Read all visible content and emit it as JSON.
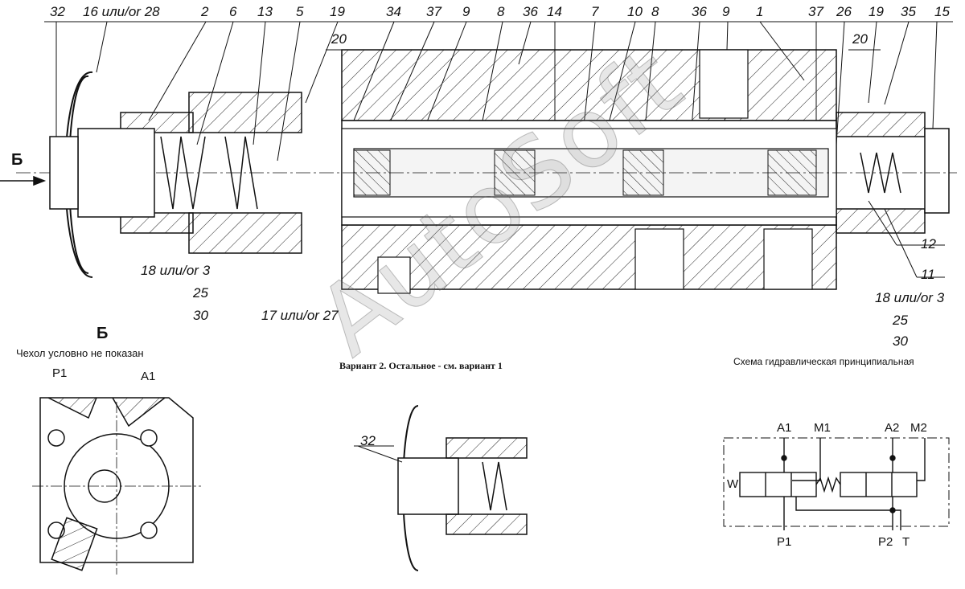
{
  "callouts_top": [
    "32",
    "16 или/or 28",
    "2",
    "6",
    "13",
    "5",
    "19",
    "34",
    "37",
    "9",
    "8",
    "36",
    "14",
    "7",
    "10",
    "8",
    "36",
    "9",
    "1",
    "37",
    "26",
    "19",
    "35",
    "15"
  ],
  "callouts_top_second": [
    "20",
    "20"
  ],
  "callouts_right": [
    "12",
    "11"
  ],
  "callouts_left_bottom": [
    "18 или/or 3",
    "25",
    "30"
  ],
  "callout_bottom_center": "17 или/or 27",
  "callouts_right_bottom": [
    "18 или/or 3",
    "25",
    "30"
  ],
  "view_arrow_label": "Б",
  "view_title": "Б",
  "view_note": "Чехол условно не показан",
  "view_ports": [
    "P1",
    "A1"
  ],
  "variant_caption": "Вариант 2. Остальное - см. вариант 1",
  "variant_callout": "32",
  "schematic_title": "Схема гидравлическая принципиальная",
  "schematic_ports": {
    "a1": "A1",
    "m1": "M1",
    "a2": "A2",
    "m2": "M2",
    "p1": "P1",
    "p2": "P2",
    "t": "T",
    "w": "W"
  },
  "watermark": "AutoSoft"
}
